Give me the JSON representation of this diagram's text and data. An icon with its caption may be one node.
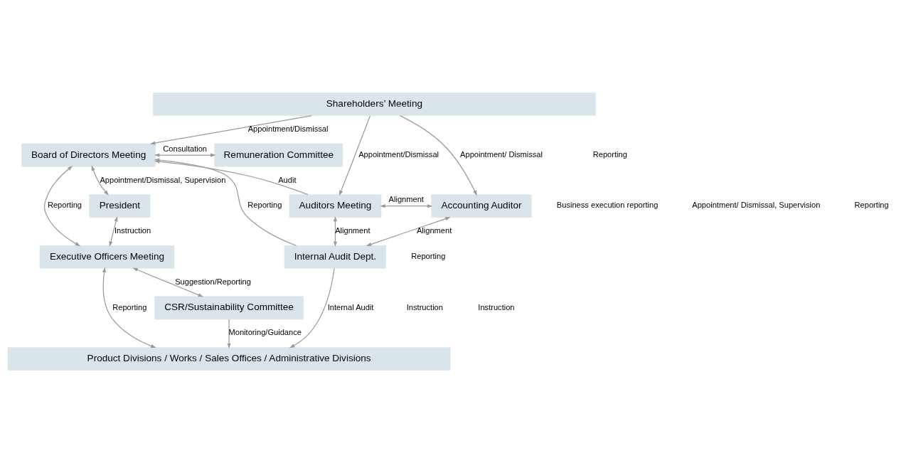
{
  "diagram": {
    "nodes": [
      {
        "text": [
          "Shareholders’ Meeting"
        ]
      },
      {
        "text": [
          "Board of Directors Meeting"
        ]
      },
      {
        "text": [
          "Remuneration Committee"
        ]
      },
      {
        "text": [
          "Accounting Auditor"
        ]
      },
      {
        "text": [
          "Auditors Meeting"
        ]
      },
      {
        "text": [
          "President"
        ]
      },
      {
        "text": [
          "Executive Officers Meeting"
        ]
      },
      {
        "text": [
          "Internal Audit Dept."
        ]
      },
      {
        "text": [
          "CSR/Sustainability Committee"
        ]
      },
      {
        "text": [
          "Product Divisions / Works / Sales Offices / Administrative Divisions"
        ]
      }
    ],
    "edges": [
      {
        "from": 0,
        "to": 1,
        "arrow": "to",
        "label": "Appointment/Dismissal"
      },
      {
        "from": 0,
        "to": 4,
        "arrow": "to",
        "label": "Appointment/Dismissal"
      },
      {
        "from": 0,
        "to": 3,
        "arrow": "to",
        "label": "Appointment/ Dismissal"
      },
      {
        "from": 1,
        "to": 2,
        "arrow": "both",
        "label": "Consultation"
      },
      {
        "from": 1,
        "to": 5,
        "arrow": "both",
        "label": "Appointment/Dismissal, Supervision"
      },
      {
        "from": 4,
        "to": 1,
        "arrow": "to",
        "label": "Audit"
      },
      {
        "from": 4,
        "to": 3,
        "arrow": "both",
        "label": "Alignment"
      },
      {
        "from": 1,
        "to": 6,
        "arrow": "both",
        "label": "Reporting"
      },
      {
        "from": 7,
        "to": 1,
        "arrow": "to",
        "label": "Reporting"
      },
      {
        "from": 4,
        "to": 7,
        "arrow": "both",
        "label": "Alignment"
      },
      {
        "from": 5,
        "to": 6,
        "arrow": "both",
        "label": "Instruction"
      },
      {
        "from": 7,
        "to": 3,
        "arrow": "both",
        "label": "Alignment"
      },
      {
        "from": 6,
        "to": 8,
        "arrow": "both",
        "label": "Suggestion/Reporting"
      },
      {
        "from": 6,
        "to": 9,
        "arrow": "both",
        "label": "Reporting"
      },
      {
        "from": 8,
        "to": 9,
        "arrow": "to",
        "label": "Monitoring/Guidance"
      },
      {
        "from": 7,
        "to": 9,
        "arrow": "to",
        "label": "Internal Audit"
      }
    ],
    "labels": [
      "Reporting",
      "Business execution reporting",
      "Appointment/ Dismissal, Supervision",
      "Reporting",
      "Reporting",
      "Instruction",
      "Instruction"
    ]
  }
}
